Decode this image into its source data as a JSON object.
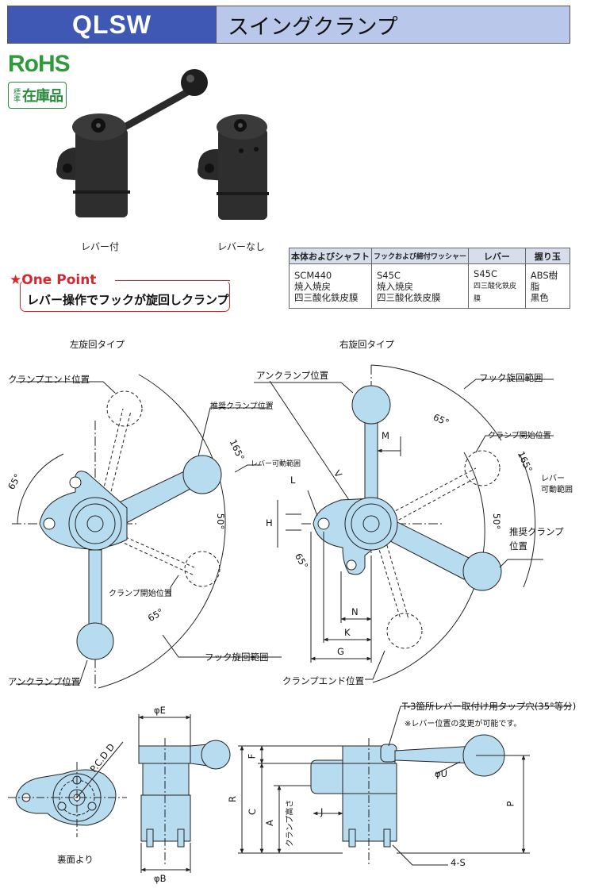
{
  "title": {
    "code": "QLSW",
    "name": "スイングクランプ"
  },
  "badges": {
    "rohs": "RoHS",
    "stock_small": "標準",
    "stock_main": "在庫品"
  },
  "photos": {
    "with_lever": "レバー付",
    "without_lever": "レバーなし"
  },
  "one_point": {
    "title": "★One Point",
    "text": "レバー操作でフックが旋回しクランプ"
  },
  "materials": {
    "headers": [
      "本体およびシャフト",
      "フックおよび締付ワッシャー",
      "レバー",
      "握り玉"
    ],
    "cells": [
      "SCM440\n焼入焼戻\n四三酸化鉄皮膜",
      "S45C\n焼入焼戻\n四三酸化鉄皮膜",
      "S45C",
      "ABS樹脂\n黒色"
    ],
    "lever_note": "四三酸化鉄皮膜"
  },
  "left_view": {
    "title": "左旋回タイプ",
    "clamp_end": "クランプエンド位置",
    "recommended": "推奨クランプ位置",
    "lever_range": "レバー可動範囲",
    "clamp_start": "クランプ開始位置",
    "hook_range": "フック旋回範囲",
    "unclamp": "アンクランプ位置",
    "angle_65a": "65°",
    "angle_165": "165°",
    "angle_50": "50°",
    "angle_65b": "65°"
  },
  "right_view": {
    "title": "右旋回タイプ",
    "unclamp": "アンクランプ位置",
    "hook_range": "フック旋回範囲",
    "angle_65a": "65°",
    "clamp_start": "クランプ開始位置",
    "angle_165": "165°",
    "lever_range_1": "レバー",
    "lever_range_2": "可動範囲",
    "angle_50": "50°",
    "recommended_1": "推奨クランプ",
    "recommended_2": "位置",
    "angle_65b": "65°",
    "clamp_end": "クランプエンド位置",
    "dims": {
      "M": "M",
      "V": "V",
      "L": "L",
      "H": "H",
      "N": "N",
      "K": "K",
      "G": "G"
    }
  },
  "bottom_view": {
    "pcd": "P.C.D D",
    "caption": "裏面より"
  },
  "front_view": {
    "E": "φE",
    "B": "φB",
    "F": "F",
    "R": "R",
    "C": "C",
    "A": "A",
    "clamp_height": "クランプ高さ"
  },
  "side_view": {
    "tap_note": "T-3箇所レバー取付け用タップ穴(35°等分)",
    "lever_note": "※レバー位置の変更が可能です。",
    "U": "φU",
    "J": "J",
    "P": "P",
    "S": "4-S"
  },
  "colors": {
    "title_dark": "#3f58b4",
    "title_light": "#b9c8ea",
    "part_fill": "#b8dcef",
    "rohs_green": "#2f9a3a",
    "one_point_red": "#d8262e"
  }
}
